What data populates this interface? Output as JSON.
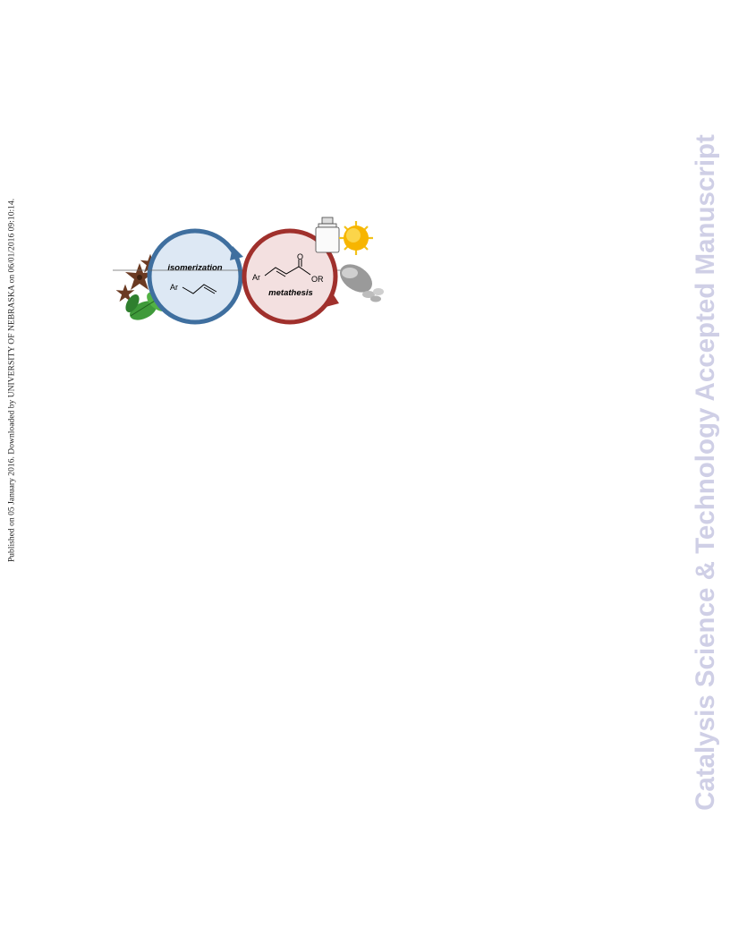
{
  "sidebar_note": "Published on 05 January 2016. Downloaded by UNIVERSITY OF NEBRASKA on 06/01/2016 09:10:14.",
  "watermark": "Catalysis Science & Technology Accepted Manuscript",
  "graphic": {
    "left_cycle": {
      "label": "isomerization",
      "substituent": "Ar",
      "fill": "#dde8f4",
      "stroke": "#3f6f9f"
    },
    "right_cycle": {
      "label": "metathesis",
      "substituent": "Ar",
      "carbonyl_o": "O",
      "ester_or": "OR",
      "fill": "#f3e0e0",
      "stroke": "#a0302c"
    },
    "icons": [
      "star-anise-icon",
      "mint-leaf-icon",
      "perfume-bottle-icon",
      "sun-icon",
      "pills-icon"
    ]
  }
}
